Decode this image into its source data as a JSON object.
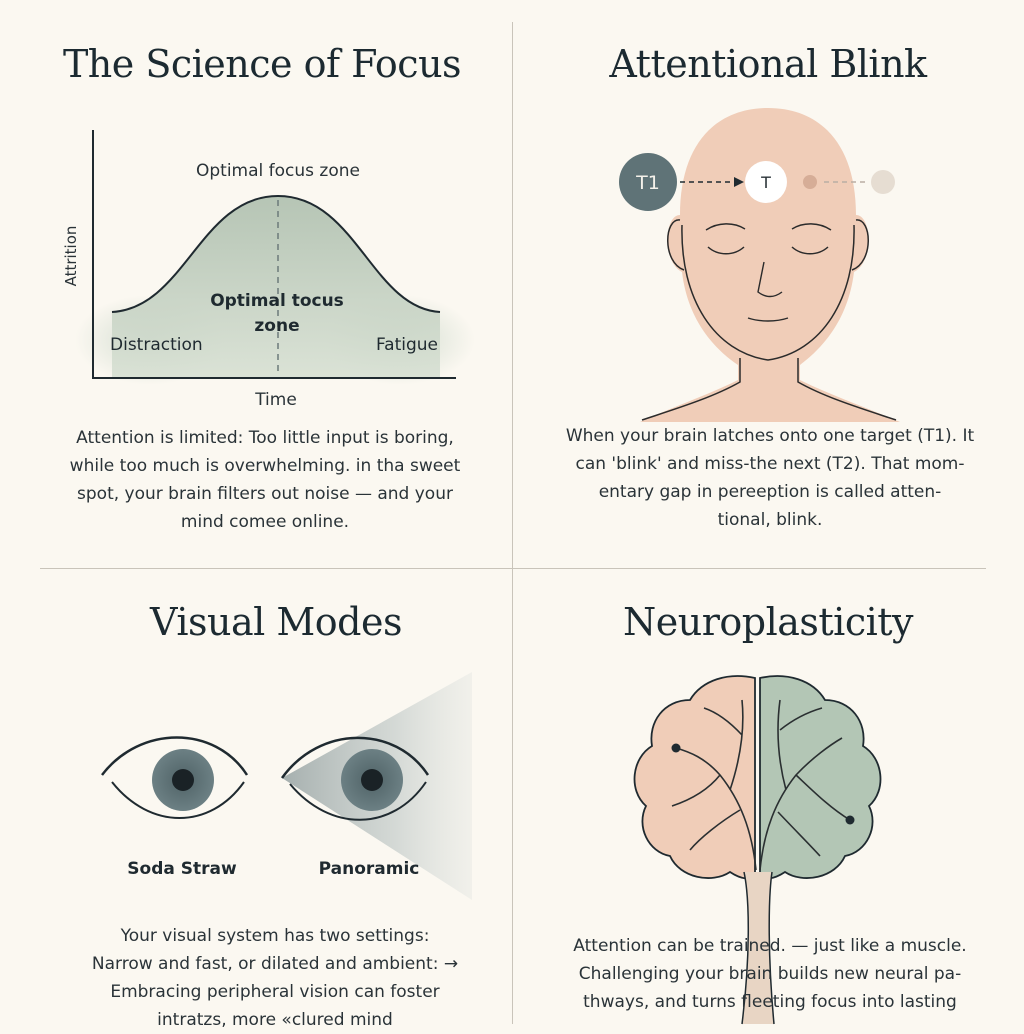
{
  "panels": {
    "focus": {
      "title": "The Science of Focus",
      "chart_labels": {
        "top": "Optimal focus zone",
        "ylabel": "Attrition",
        "xlabel": "Time",
        "center_line1": "Optimal tocus",
        "center_line2": "zone",
        "left": "Distraction",
        "right": "Fatigue"
      },
      "text_lines": [
        "Attention is limited: Too little input is boring,",
        "while too much is overwhelming. in tha sweet",
        "spot, your brain filters out noise — and your",
        "mind comee online."
      ]
    },
    "blink": {
      "title": "Attentional Blink",
      "t1_label": "T1",
      "t_label": "T",
      "text_lines": [
        "When your brain latches onto one target (T1). It",
        "can 'blink' and miss-the next (T2). That mom-",
        "entary gap in pereeption is called atten-",
        "tional, blink."
      ]
    },
    "visual": {
      "title": "Visual Modes",
      "left_label": "Soda Straw",
      "right_label": "Panoramic",
      "text_lines": [
        "Your visual system has two settings:",
        "Narrow and fast, or dilated and ambient: →",
        "Embracing peripheral vision can foster",
        "intratzs, more «clured mind"
      ]
    },
    "neuro": {
      "title": "Neuroplasticity",
      "text_lines": [
        "Attention can be trained. — just like a muscle.",
        "Challenging your brain builds new neural pa-",
        "thways, and turns fleeting focus into lasting"
      ]
    }
  },
  "colors": {
    "sage": "#b3c6b5",
    "peach": "#f0cdb8",
    "slate": "#5f7377",
    "ink": "#1f2a30"
  }
}
